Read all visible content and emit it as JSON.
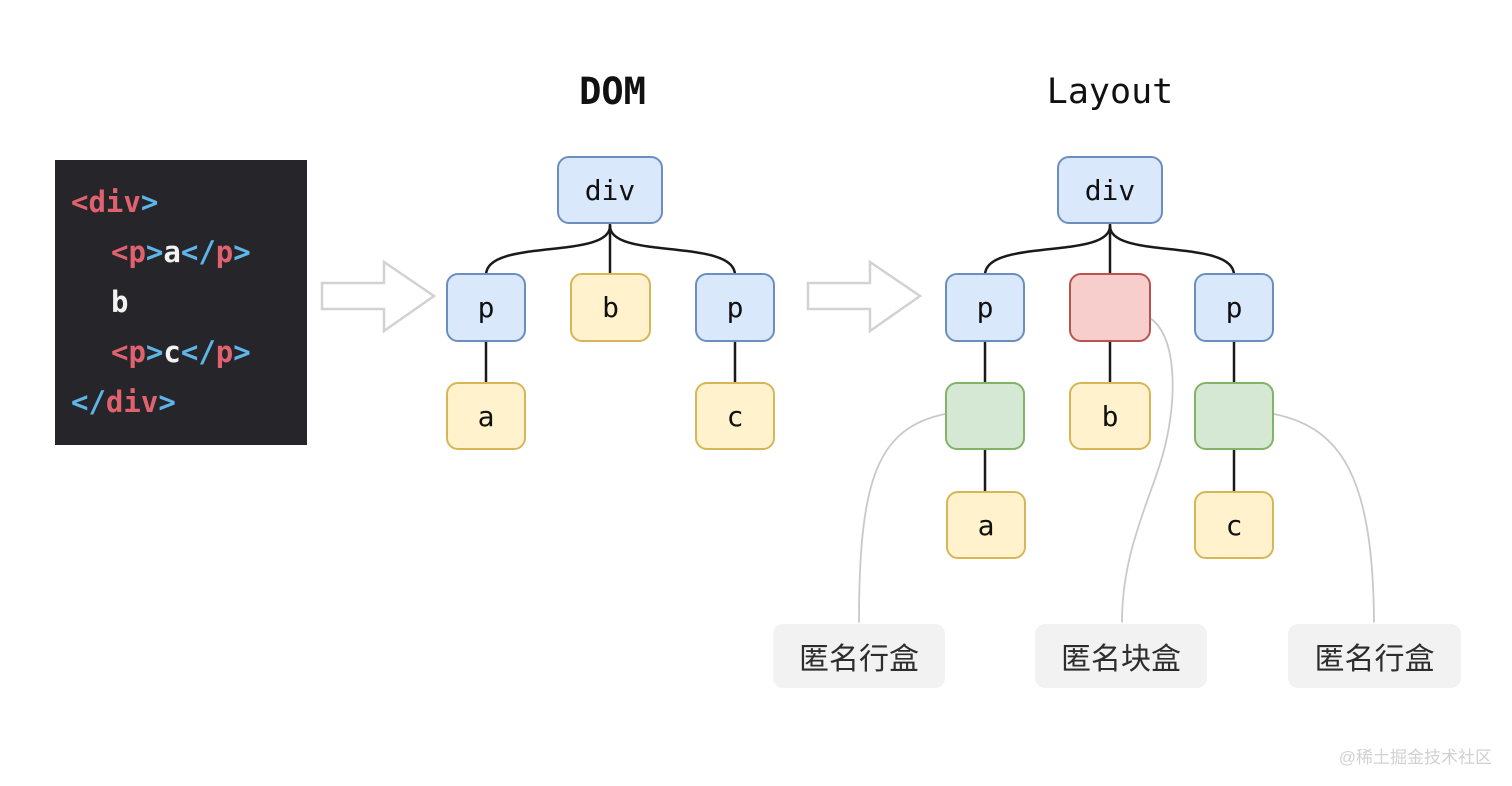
{
  "code_panel": {
    "background": "#26252a",
    "token_colors": {
      "tag": "#e0626e",
      "punct": "#5fb4e8",
      "text": "#f2f2f0"
    },
    "lines": [
      {
        "indent": 0,
        "tokens": [
          {
            "type": "tag",
            "text": "<div"
          },
          {
            "type": "punct",
            "text": ">"
          }
        ]
      },
      {
        "indent": 1,
        "tokens": [
          {
            "type": "tag",
            "text": "<p"
          },
          {
            "type": "punct",
            "text": ">"
          },
          {
            "type": "text",
            "text": "a"
          },
          {
            "type": "punct",
            "text": "</"
          },
          {
            "type": "tag",
            "text": "p"
          },
          {
            "type": "punct",
            "text": ">"
          }
        ]
      },
      {
        "indent": 1,
        "tokens": [
          {
            "type": "text",
            "text": "b"
          }
        ]
      },
      {
        "indent": 1,
        "tokens": [
          {
            "type": "tag",
            "text": "<p"
          },
          {
            "type": "punct",
            "text": ">"
          },
          {
            "type": "text",
            "text": "c"
          },
          {
            "type": "punct",
            "text": "</"
          },
          {
            "type": "tag",
            "text": "p"
          },
          {
            "type": "punct",
            "text": ">"
          }
        ]
      },
      {
        "indent": 0,
        "tokens": [
          {
            "type": "punct",
            "text": "</"
          },
          {
            "type": "tag",
            "text": "div"
          },
          {
            "type": "punct",
            "text": ">"
          }
        ]
      }
    ]
  },
  "dom_tree": {
    "title": "DOM",
    "nodes": {
      "div": {
        "label": "div",
        "kind": "element"
      },
      "p_left": {
        "label": "p",
        "kind": "element"
      },
      "b": {
        "label": "b",
        "kind": "text"
      },
      "p_right": {
        "label": "p",
        "kind": "element"
      },
      "a": {
        "label": "a",
        "kind": "text"
      },
      "c": {
        "label": "c",
        "kind": "text"
      }
    }
  },
  "layout_tree": {
    "title": "Layout",
    "nodes": {
      "div": {
        "label": "div",
        "kind": "element"
      },
      "p_left": {
        "label": "p",
        "kind": "element"
      },
      "anon_block": {
        "label": "",
        "kind": "anonymous-block-box"
      },
      "p_right": {
        "label": "p",
        "kind": "element"
      },
      "anon_line_left": {
        "label": "",
        "kind": "anonymous-line-box"
      },
      "b": {
        "label": "b",
        "kind": "text"
      },
      "anon_line_right": {
        "label": "",
        "kind": "anonymous-line-box"
      },
      "a": {
        "label": "a",
        "kind": "text"
      },
      "c": {
        "label": "c",
        "kind": "text"
      }
    },
    "callouts": [
      {
        "target": "anon_line_left",
        "label": "匿名行盒"
      },
      {
        "target": "anon_block",
        "label": "匿名块盒"
      },
      {
        "target": "anon_line_right",
        "label": "匿名行盒"
      }
    ]
  },
  "watermark": "@稀土掘金技术社区",
  "palette": {
    "element_box": {
      "fill": "#dae8fc",
      "stroke": "#6c8ebf"
    },
    "text_box": {
      "fill": "#fff2cc",
      "stroke": "#d6b656"
    },
    "anonymous_block_box": {
      "fill": "#f8cecc",
      "stroke": "#b85450"
    },
    "anonymous_line_box": {
      "fill": "#d5e8d4",
      "stroke": "#82b366"
    },
    "callout_label": {
      "fill": "#f2f2f2",
      "text": "#2d2d2d"
    },
    "connector": "#1a1a1a",
    "callout_line": "#c9c9c9",
    "arrow_outline": "#d2d2d2"
  }
}
